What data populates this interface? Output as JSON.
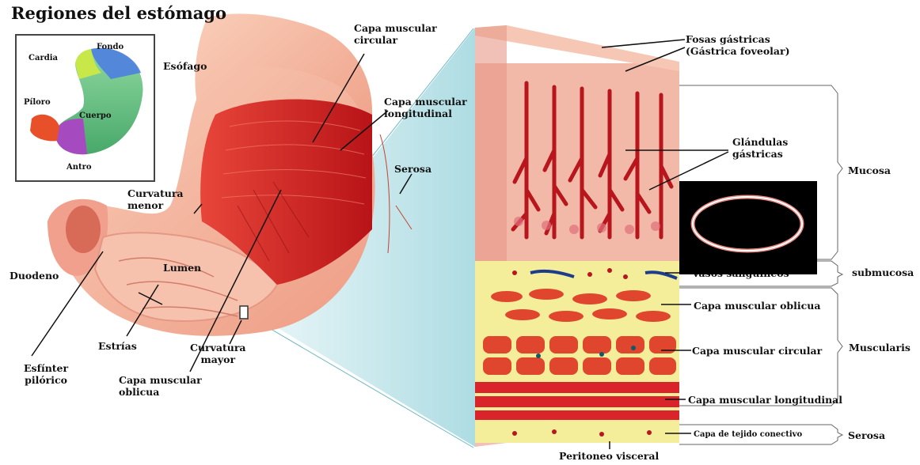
{
  "title": "Regiones del estómago",
  "inset": {
    "cardia": "Cardia",
    "fondo": "Fondo",
    "piloro": "Píloro",
    "cuerpo": "Cuerpo",
    "antro": "Antro"
  },
  "stomach_labels": {
    "esofago": "Esófago",
    "capa_circular_1": "Capa muscular",
    "capa_circular_2": "circular",
    "capa_longitudinal_1": "Capa muscular",
    "capa_longitudinal_2": "longitudinal",
    "serosa": "Serosa",
    "curvatura_menor_1": "Curvatura",
    "curvatura_menor_2": "menor",
    "duodeno": "Duodeno",
    "lumen": "Lumen",
    "estrias": "Estrías",
    "curvatura_mayor_1": "Curvatura",
    "curvatura_mayor_2": "mayor",
    "capa_oblicua_1": "Capa muscular",
    "capa_oblicua_2": "oblicua",
    "esfinter_1": "Esfínter",
    "esfinter_2": "pilórico"
  },
  "wall_labels": {
    "fosas_1": "Fosas gástricas",
    "fosas_2": "(Gástrica foveolar)",
    "glandulas_1": "Glándulas",
    "glandulas_2": "gástricas",
    "vasos": "Vasos sanguíneos",
    "oblicua": "Capa muscular oblicua",
    "circular": "Capa muscular circular",
    "longitudinal": "Capa muscular longitudinal",
    "conectivo": "Capa de tejido conectivo",
    "peritoneo": "Peritoneo visceral"
  },
  "layers": {
    "mucosa": "Mucosa",
    "submucosa": "submucosa",
    "muscularis": "Muscularis",
    "serosa": "Serosa"
  },
  "colors": {
    "stomach_outer": "#f4b49a",
    "muscle_red": "#d8242a",
    "mucosa_pink": "#f2b8a8",
    "gland_red": "#b8161c",
    "submucosa_yellow": "#f4ee9a",
    "muscle_cell": "#e0452e",
    "zoom_cyan": "#bfe6ec"
  }
}
